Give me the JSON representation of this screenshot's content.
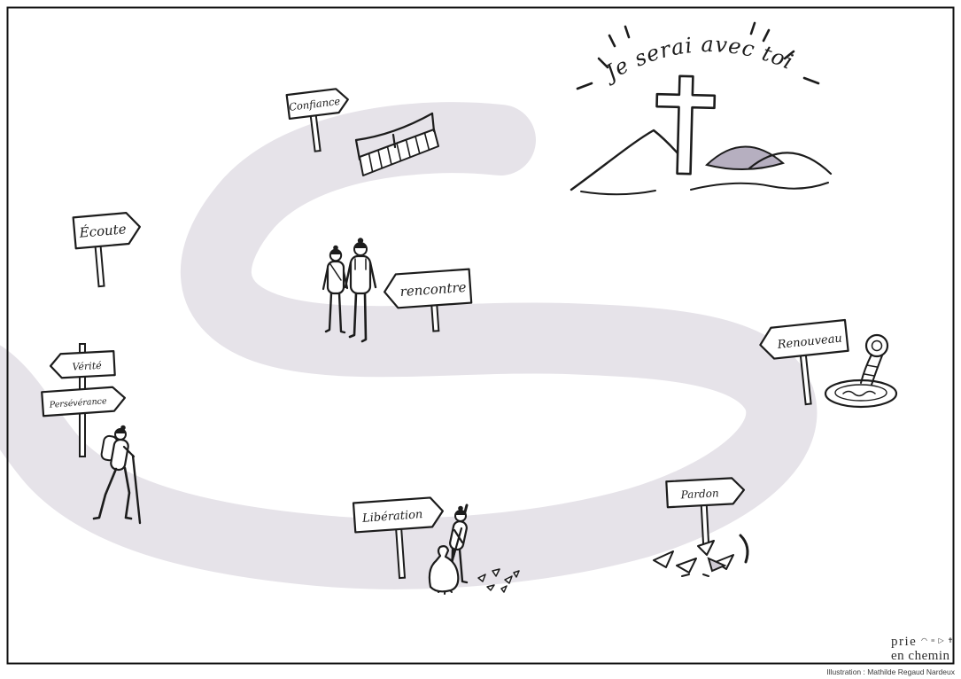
{
  "illustration": {
    "title_text": "Je serai avec toi",
    "signs": {
      "confiance": "Confiance",
      "ecoute": "Écoute",
      "rencontre": "rencontre",
      "verite": "Vérité",
      "perseverance": "Persévérance",
      "renouveau": "Renouveau",
      "liberation": "Libération",
      "pardon": "Pardon"
    }
  },
  "footer": {
    "logo_word1": "prie",
    "logo_symbols": "◠ ≡ ▷ ✝",
    "logo_word2": "en chemin",
    "attribution": "Illustration : Mathilde Regaud Nardeux"
  },
  "colors": {
    "path": "#e6e3e9",
    "ink": "#1c1c1c",
    "mountain_shade": "#b6afc0",
    "debris_shade": "#cfcbd4"
  }
}
